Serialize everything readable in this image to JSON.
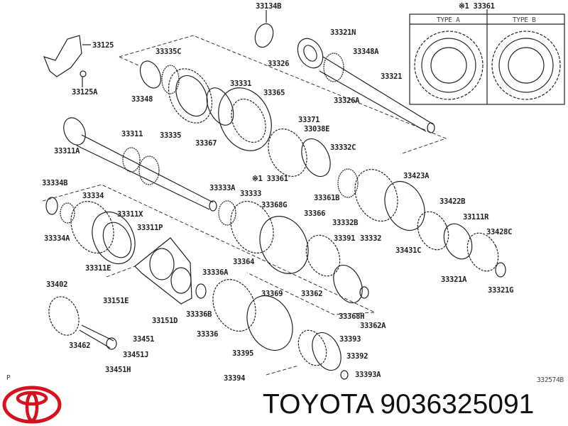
{
  "diagram": {
    "labels": [
      "33134B",
      "33125",
      "33335C",
      "33331",
      "33348",
      "33125A",
      "33335",
      "33367",
      "33311",
      "33311A",
      "33334B",
      "33321N",
      "33348A",
      "33326",
      "33321",
      "33365",
      "33326A",
      "33371",
      "33038E",
      "33332C",
      "※1 33361",
      "33423A",
      "※1 33361",
      "33333A",
      "33333",
      "33334",
      "33368G",
      "33361B",
      "33422B",
      "33366",
      "33111R",
      "33311X",
      "33332B",
      "33311P",
      "33391",
      "33428C",
      "33334A",
      "33332",
      "33431C",
      "33311E",
      "33364",
      "33362",
      "33321A",
      "33402",
      "33336A",
      "33369",
      "33321G",
      "33151E",
      "33336B",
      "33151D",
      "33368H",
      "33362A",
      "33336",
      "33393",
      "33451",
      "33462",
      "33451J",
      "33395",
      "33392",
      "33451H",
      "33394",
      "33393A"
    ],
    "inset": {
      "type_a": "TYPE A",
      "type_b": "TYPE B"
    },
    "page_marker": "P",
    "drawing_number": "332574B"
  },
  "brand": {
    "name": "TOYOTA",
    "part_number": "9036325091",
    "caption": "TOYOTA 9036325091",
    "logo_color": "#d8101e"
  }
}
